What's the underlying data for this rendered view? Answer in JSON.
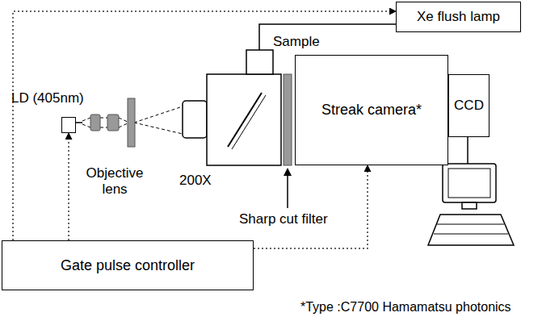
{
  "diagram": {
    "nodes": [
      {
        "text": [
          "Xe flush lamp"
        ]
      },
      {
        "text": [
          "LD (405nm)"
        ]
      },
      {
        "text": [
          "Streak camera*"
        ]
      },
      {
        "text": [
          "CCD"
        ]
      },
      {
        "text": [
          "Gate pulse controller"
        ]
      }
    ],
    "edges": [
      {
        "from": 4,
        "to": 0,
        "arrow": "to"
      },
      {
        "from": 4,
        "to": 1,
        "arrow": "to"
      },
      {
        "from": 4,
        "to": 2,
        "arrow": "to"
      }
    ],
    "labels": [
      "Sample",
      "Objective lens",
      "200X",
      "Sharp cut filter",
      "*Type :C7700 Hamamatsu photonics"
    ]
  }
}
